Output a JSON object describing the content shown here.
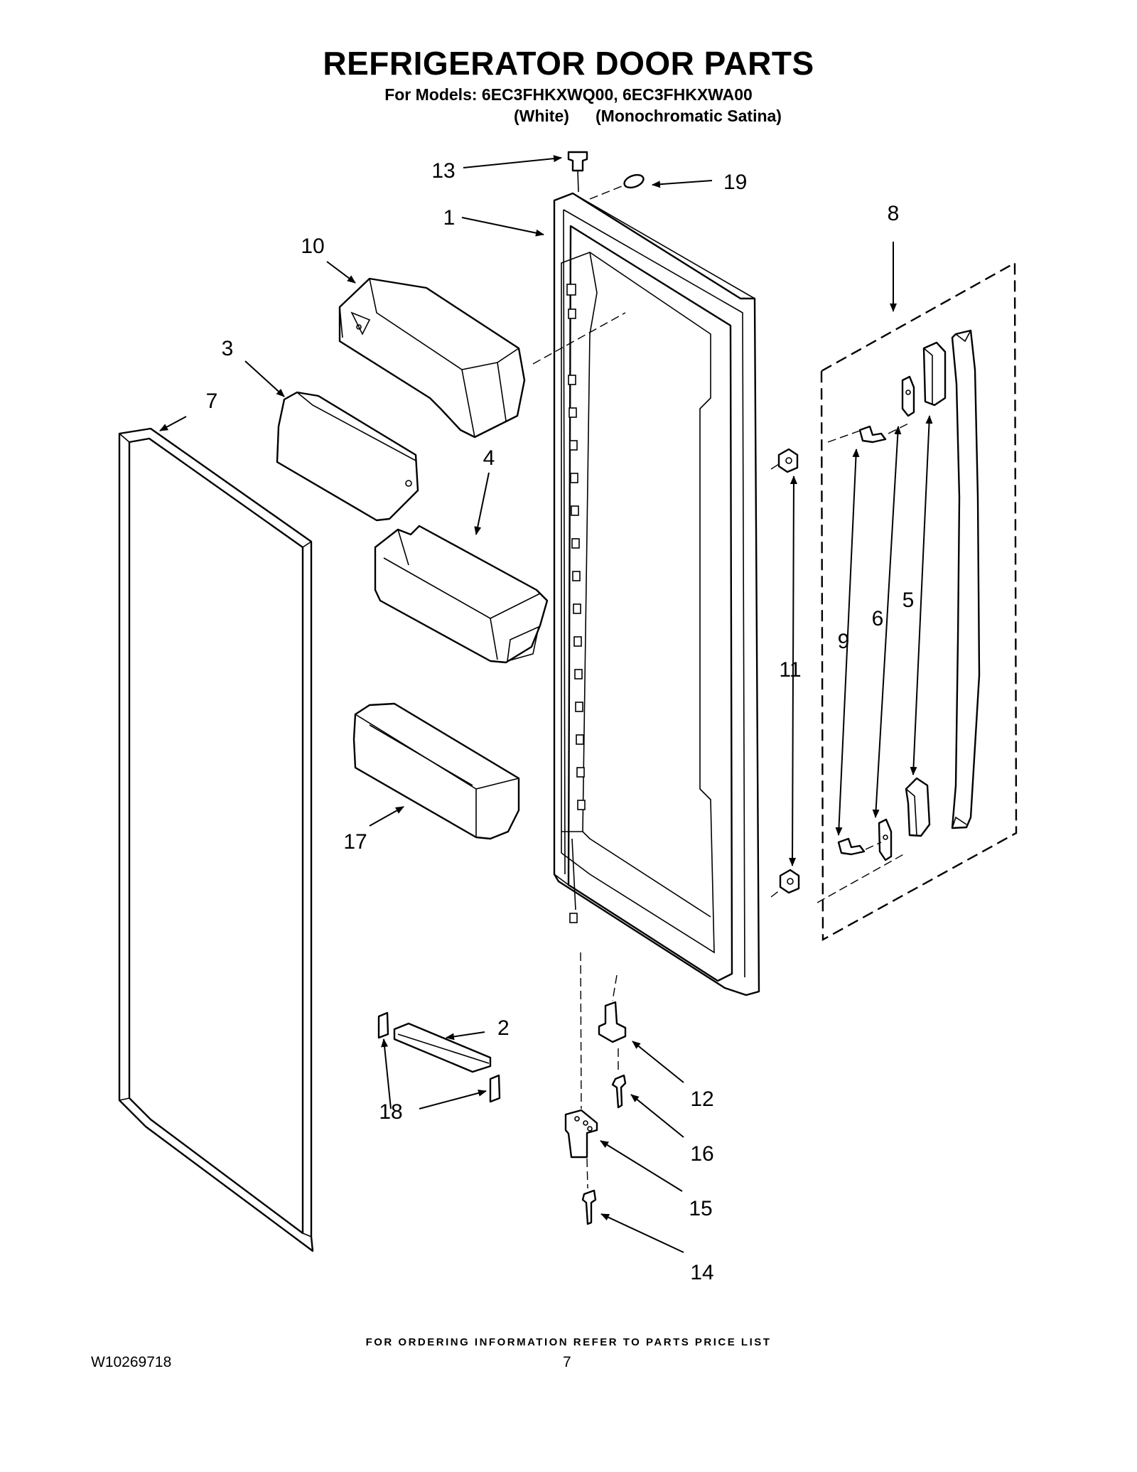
{
  "header": {
    "title": "REFRIGERATOR DOOR PARTS",
    "models_line": "For Models: 6EC3FHKXWQ00, 6EC3FHKXWA00",
    "variant_1": "(White)",
    "variant_2": "(Monochromatic Satina)"
  },
  "callouts": {
    "c1": "1",
    "c2": "2",
    "c3": "3",
    "c4": "4",
    "c5": "5",
    "c6": "6",
    "c7": "7",
    "c8": "8",
    "c9": "9",
    "c10": "10",
    "c11": "11",
    "c12": "12",
    "c13": "13",
    "c14": "14",
    "c15": "15",
    "c16": "16",
    "c17": "17",
    "c18": "18",
    "c19": "19"
  },
  "footer": {
    "ordering_note": "FOR ORDERING INFORMATION REFER TO PARTS PRICE LIST",
    "document_number": "W10269718",
    "page_number": "7"
  }
}
